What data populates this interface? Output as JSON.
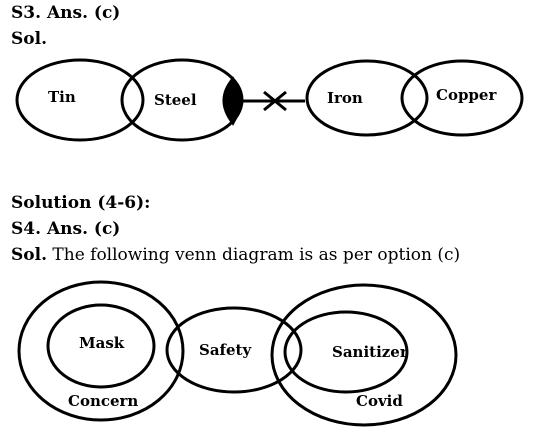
{
  "s3": {
    "heading": "S3. Ans. (c)",
    "sol_label": "Sol."
  },
  "diagram1": {
    "tin": "Tin",
    "steel": "Steel",
    "iron": "Iron",
    "copper": "Copper"
  },
  "solution_heading": "Solution (4-6):",
  "s4": {
    "heading": "S4. Ans. (c)",
    "sol_label": "Sol.",
    "sol_text": " The following venn diagram is as per option (c)"
  },
  "diagram2": {
    "mask": "Mask",
    "concern": "Concern",
    "safety": "Safety",
    "sanitizer": "Sanitizer",
    "covid": "Covid"
  }
}
